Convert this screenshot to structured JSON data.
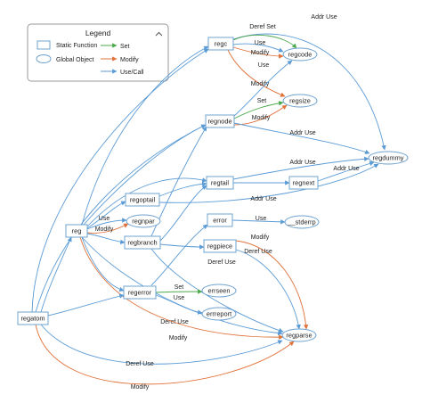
{
  "colors": {
    "set": "#4ca84c",
    "modify": "#e0713a",
    "use": "#5b9bd5",
    "node_border": "#6fa3cf"
  },
  "legend": {
    "title": "Legend",
    "collapse_icon": "chevron-up-icon",
    "items": [
      {
        "shape": "box",
        "label": "Static Function"
      },
      {
        "shape": "ellipse",
        "label": "Global Object"
      },
      {
        "kind": "set",
        "label": "Set"
      },
      {
        "kind": "modify",
        "label": "Modify"
      },
      {
        "kind": "use",
        "label": "Use/Call"
      }
    ]
  },
  "nodes": [
    {
      "id": "regc",
      "label": "regc",
      "shape": "box"
    },
    {
      "id": "regcode",
      "label": "regcode",
      "shape": "ellipse"
    },
    {
      "id": "regsize",
      "label": "regsize",
      "shape": "ellipse"
    },
    {
      "id": "regnode",
      "label": "regnode",
      "shape": "box"
    },
    {
      "id": "regdummy",
      "label": "regdummy",
      "shape": "ellipse"
    },
    {
      "id": "regtail",
      "label": "regtail",
      "shape": "box"
    },
    {
      "id": "regnext",
      "label": "regnext",
      "shape": "box"
    },
    {
      "id": "regoptail",
      "label": "regoptail",
      "shape": "box"
    },
    {
      "id": "reg",
      "label": "reg",
      "shape": "box"
    },
    {
      "id": "regnpar",
      "label": "regnpar",
      "shape": "ellipse"
    },
    {
      "id": "regbranch",
      "label": "regbranch",
      "shape": "box"
    },
    {
      "id": "error",
      "label": "error",
      "shape": "box"
    },
    {
      "id": "stderrp",
      "label": "__stderrp",
      "shape": "ellipse"
    },
    {
      "id": "regpiece",
      "label": "regpiece",
      "shape": "box"
    },
    {
      "id": "regerror",
      "label": "regerror",
      "shape": "box"
    },
    {
      "id": "errseen",
      "label": "errseen",
      "shape": "ellipse"
    },
    {
      "id": "errreport",
      "label": "errreport",
      "shape": "ellipse"
    },
    {
      "id": "regatom",
      "label": "regatom",
      "shape": "box"
    },
    {
      "id": "regparse",
      "label": "regparse",
      "shape": "ellipse"
    }
  ],
  "edges": [
    {
      "from": "regc",
      "to": "regdummy",
      "kind": "use",
      "label": "Addr Use"
    },
    {
      "from": "regc",
      "to": "regcode",
      "kind": "set",
      "label": "Deref Set"
    },
    {
      "from": "regc",
      "to": "regcode",
      "kind": "use",
      "label": "Use"
    },
    {
      "from": "regc",
      "to": "regcode",
      "kind": "modify",
      "label": "Modify"
    },
    {
      "from": "regc",
      "to": "regsize",
      "kind": "modify",
      "label": "Modify"
    },
    {
      "from": "regnode",
      "to": "regcode",
      "kind": "use",
      "label": "Use"
    },
    {
      "from": "regnode",
      "to": "regsize",
      "kind": "set",
      "label": "Set"
    },
    {
      "from": "regnode",
      "to": "regsize",
      "kind": "modify",
      "label": "Modify"
    },
    {
      "from": "regnode",
      "to": "regdummy",
      "kind": "use",
      "label": "Addr Use"
    },
    {
      "from": "regtail",
      "to": "regnext",
      "kind": "use",
      "label": ""
    },
    {
      "from": "regtail",
      "to": "regdummy",
      "kind": "use",
      "label": "Addr Use"
    },
    {
      "from": "regnext",
      "to": "regdummy",
      "kind": "use",
      "label": "Addr Use"
    },
    {
      "from": "regoptail",
      "to": "regtail",
      "kind": "use",
      "label": ""
    },
    {
      "from": "regoptail",
      "to": "regdummy",
      "kind": "use",
      "label": "Addr Use"
    },
    {
      "from": "reg",
      "to": "regc",
      "kind": "use",
      "label": ""
    },
    {
      "from": "reg",
      "to": "regnode",
      "kind": "use",
      "label": ""
    },
    {
      "from": "reg",
      "to": "regtail",
      "kind": "use",
      "label": ""
    },
    {
      "from": "reg",
      "to": "regoptail",
      "kind": "use",
      "label": ""
    },
    {
      "from": "reg",
      "to": "regnpar",
      "kind": "use",
      "label": "Use"
    },
    {
      "from": "reg",
      "to": "regnpar",
      "kind": "modify",
      "label": "Modify"
    },
    {
      "from": "reg",
      "to": "regbranch",
      "kind": "use",
      "label": ""
    },
    {
      "from": "reg",
      "to": "regerror",
      "kind": "use",
      "label": ""
    },
    {
      "from": "reg",
      "to": "regparse",
      "kind": "use",
      "label": "Deref Use"
    },
    {
      "from": "reg",
      "to": "regparse",
      "kind": "modify",
      "label": "Modify"
    },
    {
      "from": "regbranch",
      "to": "regnode",
      "kind": "use",
      "label": ""
    },
    {
      "from": "regbranch",
      "to": "regtail",
      "kind": "use",
      "label": ""
    },
    {
      "from": "regbranch",
      "to": "regpiece",
      "kind": "use",
      "label": ""
    },
    {
      "from": "regbranch",
      "to": "regparse",
      "kind": "use",
      "label": "Deref Use"
    },
    {
      "from": "error",
      "to": "stderrp",
      "kind": "use",
      "label": "Use"
    },
    {
      "from": "regpiece",
      "to": "regparse",
      "kind": "modify",
      "label": "Modify"
    },
    {
      "from": "regpiece",
      "to": "regparse",
      "kind": "use",
      "label": "Deref Use"
    },
    {
      "from": "regerror",
      "to": "error",
      "kind": "use",
      "label": ""
    },
    {
      "from": "regerror",
      "to": "errseen",
      "kind": "set",
      "label": "Set"
    },
    {
      "from": "regerror",
      "to": "errreport",
      "kind": "use",
      "label": "Use"
    },
    {
      "from": "regatom",
      "to": "reg",
      "kind": "use",
      "label": ""
    },
    {
      "from": "regatom",
      "to": "regnode",
      "kind": "use",
      "label": ""
    },
    {
      "from": "regatom",
      "to": "regc",
      "kind": "use",
      "label": ""
    },
    {
      "from": "regatom",
      "to": "regerror",
      "kind": "use",
      "label": ""
    },
    {
      "from": "regatom",
      "to": "regparse",
      "kind": "use",
      "label": "Deref Use"
    },
    {
      "from": "regatom",
      "to": "regparse",
      "kind": "modify",
      "label": "Modify"
    }
  ]
}
